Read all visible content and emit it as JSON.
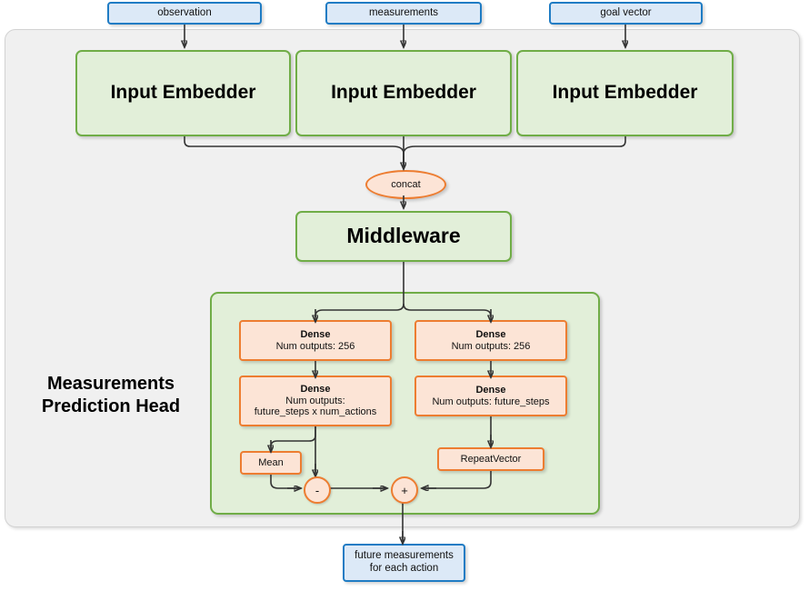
{
  "diagram": {
    "title": "Measurements Prediction Head",
    "inputs": [
      {
        "label": "observation"
      },
      {
        "label": "measurements"
      },
      {
        "label": "goal vector"
      }
    ],
    "embedders": [
      {
        "label": "Input Embedder"
      },
      {
        "label": "Input Embedder"
      },
      {
        "label": "Input Embedder"
      }
    ],
    "concat": {
      "label": "concat"
    },
    "middleware": {
      "label": "Middleware"
    },
    "head": {
      "title_line1": "Measurements",
      "title_line2": "Prediction Head",
      "left_branch": {
        "dense1": {
          "title": "Dense",
          "detail": "Num outputs: 256"
        },
        "dense2": {
          "title": "Dense",
          "detail_line1": "Num outputs:",
          "detail_line2": "future_steps x num_actions"
        },
        "mean": {
          "label": "Mean"
        },
        "operator": {
          "label": "-"
        }
      },
      "right_branch": {
        "dense1": {
          "title": "Dense",
          "detail": "Num outputs: 256"
        },
        "dense2": {
          "title": "Dense",
          "detail": "Num outputs: future_steps"
        },
        "repeat_vector": {
          "label": "RepeatVector"
        },
        "operator": {
          "label": "+"
        }
      }
    },
    "output": {
      "line1": "future measurements",
      "line2": "for each action"
    },
    "colors": {
      "blue_border": "#1f7cc4",
      "blue_fill": "#dce9f7",
      "green_border": "#70ad47",
      "green_fill": "#e2efd9",
      "orange_border": "#ed7d31",
      "orange_fill": "#fce4d6",
      "panel_fill": "#f0f0f0",
      "wire": "#333333"
    }
  }
}
